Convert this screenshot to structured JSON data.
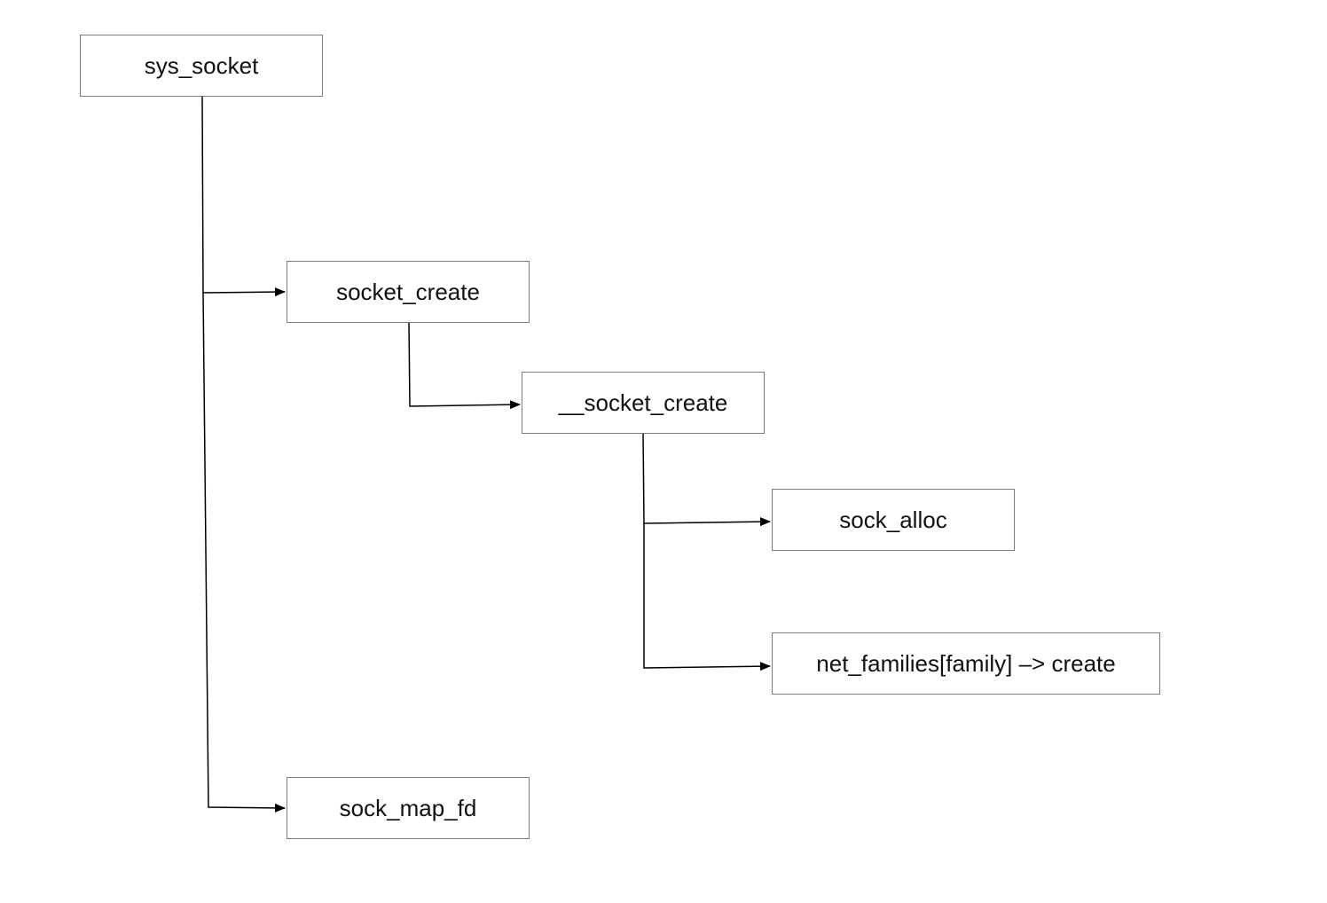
{
  "diagram": {
    "type": "call-tree",
    "line_color": "#000000",
    "border_color": "#7a7a7a",
    "nodes": [
      {
        "id": "sys_socket",
        "label": "sys_socket"
      },
      {
        "id": "socket_create",
        "label": "socket_create"
      },
      {
        "id": "__socket_create",
        "label": "__socket_create"
      },
      {
        "id": "sock_alloc",
        "label": "sock_alloc"
      },
      {
        "id": "net_families_create",
        "label": "net_families[family] –> create"
      },
      {
        "id": "sock_map_fd",
        "label": "sock_map_fd"
      }
    ],
    "edges": [
      {
        "from": "sys_socket",
        "to": "socket_create"
      },
      {
        "from": "sys_socket",
        "to": "sock_map_fd"
      },
      {
        "from": "socket_create",
        "to": "__socket_create"
      },
      {
        "from": "__socket_create",
        "to": "sock_alloc"
      },
      {
        "from": "__socket_create",
        "to": "net_families_create"
      }
    ]
  }
}
